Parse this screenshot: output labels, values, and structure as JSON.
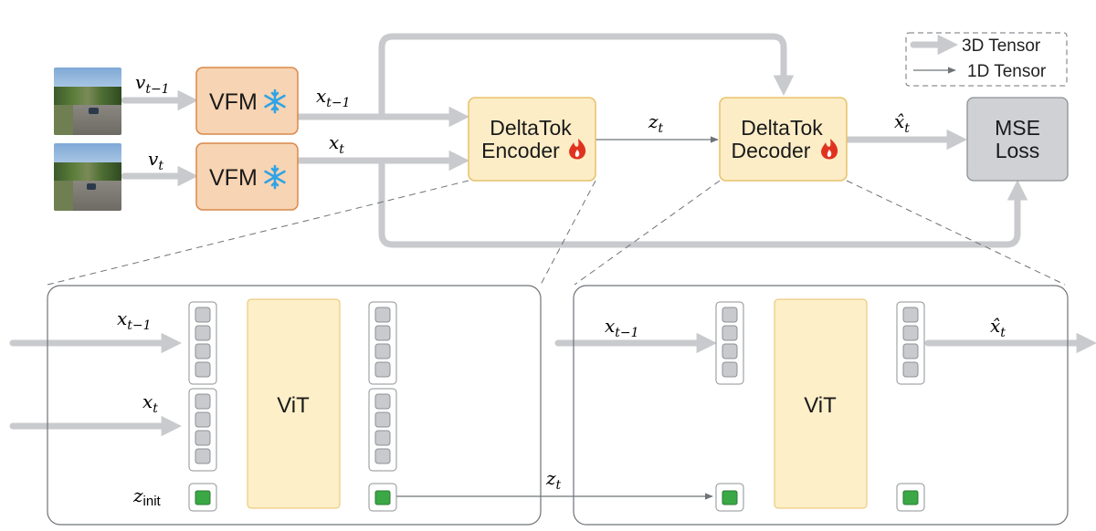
{
  "top": {
    "inputs": [
      {
        "symbol": "v",
        "sub": "t−1",
        "vfm_label": "VFM"
      },
      {
        "symbol": "v",
        "sub": "t",
        "vfm_label": "VFM"
      }
    ],
    "vfm_out": [
      {
        "symbol": "x",
        "sub": "t−1"
      },
      {
        "symbol": "x",
        "sub": "t"
      }
    ],
    "encoder": {
      "line1": "DeltaTok",
      "line2": "Encoder"
    },
    "decoder": {
      "line1": "DeltaTok",
      "line2": "Decoder"
    },
    "latent": {
      "symbol": "z",
      "sub": "t"
    },
    "recon": {
      "symbol": "x̂",
      "sub": "t"
    },
    "loss": {
      "line1": "MSE",
      "line2": "Loss"
    }
  },
  "legend": {
    "thick": "3D Tensor",
    "thin": "1D Tensor"
  },
  "encoder_detail": {
    "in1": {
      "symbol": "x",
      "sub": "t−1"
    },
    "in2": {
      "symbol": "x",
      "sub": "t"
    },
    "zinit": {
      "symbol": "z",
      "sub": "init"
    },
    "vit": "ViT"
  },
  "decoder_detail": {
    "in1": {
      "symbol": "x",
      "sub": "t−1"
    },
    "out": {
      "symbol": "x̂",
      "sub": "t"
    },
    "vit": "ViT"
  },
  "mid_latent": {
    "symbol": "z",
    "sub": "t"
  },
  "colors": {
    "vfm_fill": "#f7d4b3",
    "vfm_stroke": "#d9894a",
    "delta_fill": "#fcedc7",
    "delta_stroke": "#e8c26a",
    "mse_fill": "#cfd1d5",
    "vit_fill": "#fdefc8",
    "token_fill": "#c9cacd",
    "green_token": "#3aa845",
    "arrow_thick": "#c8cacd",
    "arrow_thin": "#6f7378",
    "snow": "#2ea3e6",
    "flame": "#e0331f"
  }
}
